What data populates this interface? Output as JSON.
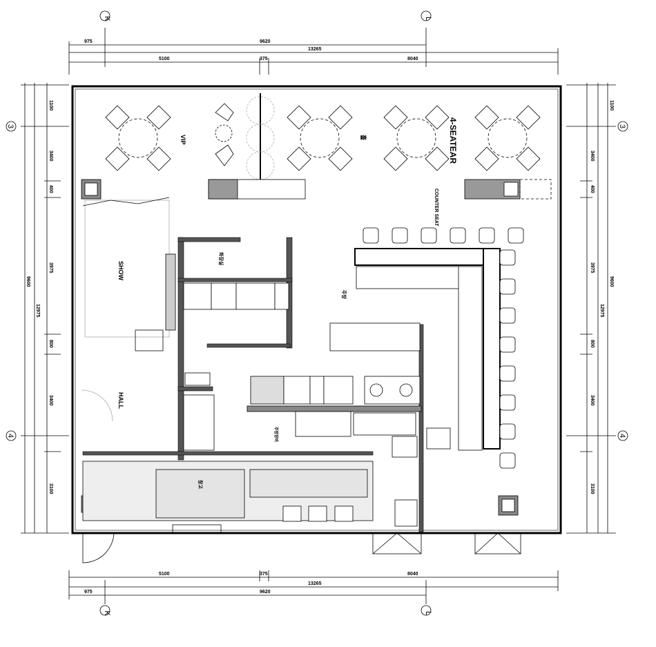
{
  "grid": {
    "col_k": "K",
    "col_l": "L",
    "row_3": "3",
    "row_4": "4"
  },
  "dims_top": {
    "a": "975",
    "b": "9620",
    "total": "13265",
    "c": "5100",
    "d": "375",
    "e": "8040"
  },
  "dims_side": {
    "s1": "1100",
    "s2": "3400",
    "s3": "400",
    "s4": "3975",
    "s5": "800",
    "s6": "3400",
    "s7": "3100",
    "grid_span": "9600",
    "total": "12975"
  },
  "labels": {
    "vip": "VIP",
    "four_seat": "4-SEATEAR",
    "counter_seat": "COUNTER SEAT",
    "show": "SHOW",
    "hall": "HALL",
    "hall_kr": "홀",
    "restroom": "화장실",
    "kitchen": "주방",
    "storage": "창고",
    "prep": "주방장비"
  }
}
